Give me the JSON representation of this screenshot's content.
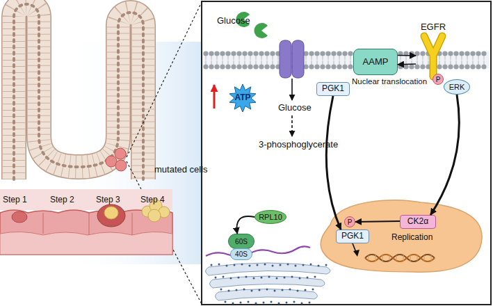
{
  "diagram": {
    "nodes": [
      {
        "text": [
          "AAMP"
        ]
      },
      {
        "text": [
          "EGFR"
        ]
      },
      {
        "text": [
          "ERK"
        ]
      },
      {
        "text": [
          "P"
        ]
      },
      {
        "text": [
          "ATP"
        ]
      },
      {
        "text": [
          "PGK1"
        ]
      },
      {
        "text": [
          "Replication"
        ]
      },
      {
        "text": [
          "PGK1"
        ],
        "in": 6
      },
      {
        "text": [
          "P"
        ],
        "in": 6
      },
      {
        "text": [
          "CK2α"
        ],
        "in": 6
      },
      {
        "text": [
          "RPL10"
        ]
      },
      {
        "text": [
          "60S"
        ]
      },
      {
        "text": [
          "40S"
        ]
      }
    ],
    "edges": [
      {
        "from": 0,
        "to": 1,
        "arrow": "to"
      },
      {
        "from": 1,
        "to": 0,
        "arrow": "to"
      },
      {
        "from": 2,
        "to": 9,
        "arrow": "to"
      },
      {
        "from": 9,
        "to": 8,
        "arrow": "to"
      },
      {
        "from": 5,
        "to": 7,
        "label": "Nuclear translocation",
        "arrow": "to"
      },
      {
        "from": 10,
        "to": 11,
        "arrow": "to"
      }
    ],
    "labels": [
      "mutated cells",
      "Step 1",
      "Step 2",
      "Step 3",
      "Step 4",
      "Glucose",
      "Glucose",
      "3-phosphoglycerate"
    ]
  }
}
